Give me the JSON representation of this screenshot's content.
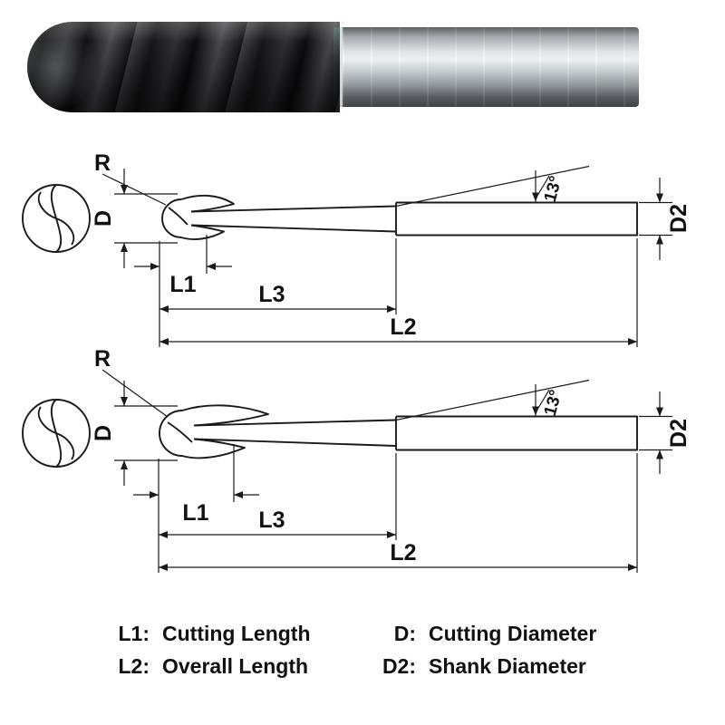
{
  "colors": {
    "line": "#1a1a1a",
    "background": "#ffffff"
  },
  "drawings": [
    {
      "radius": "R",
      "diameter": "D",
      "shank_diameter": "D2",
      "cutting_length": "L1",
      "neck_length": "L3",
      "overall_length": "L2",
      "taper_angle": "13°"
    },
    {
      "radius": "R",
      "diameter": "D",
      "shank_diameter": "D2",
      "cutting_length": "L1",
      "neck_length": "L3",
      "overall_length": "L2",
      "taper_angle": "13°"
    }
  ],
  "legend": {
    "rows": [
      {
        "key1": "L1:",
        "val1": "Cutting Length",
        "key2": "D:",
        "val2": "Cutting Diameter"
      },
      {
        "key1": "L2:",
        "val1": "Overall Length",
        "key2": "D2:",
        "val2": "Shank Diameter"
      }
    ]
  }
}
